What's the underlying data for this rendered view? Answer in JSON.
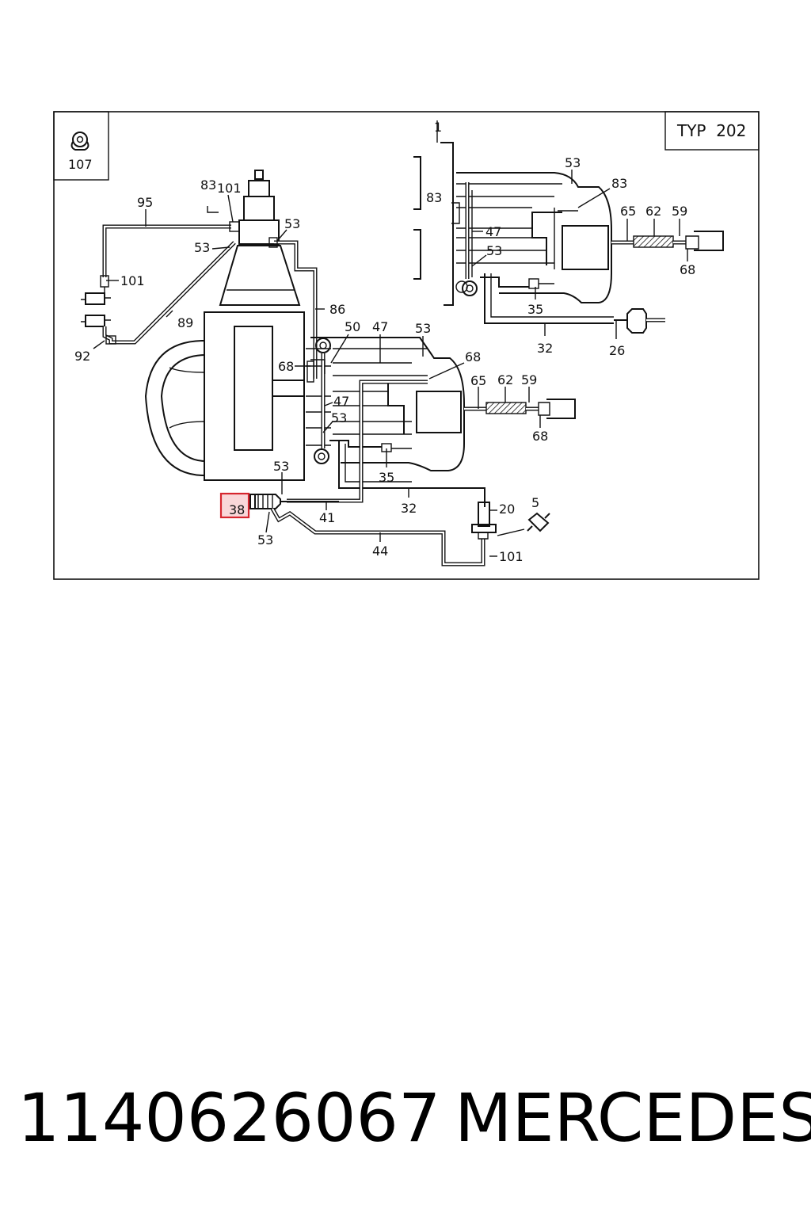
{
  "diagram": {
    "type_label": "TYP  202",
    "clip_ref": "107",
    "highlight": {
      "label": "38",
      "color": "#d6262e",
      "fill": "#f7c9cc"
    },
    "callouts": [
      "1",
      "53",
      "83",
      "83",
      "65",
      "62",
      "59",
      "68",
      "47",
      "53",
      "35",
      "32",
      "26",
      "95",
      "83",
      "101",
      "53",
      "53",
      "101",
      "86",
      "89",
      "92",
      "50",
      "47",
      "53",
      "68",
      "68",
      "47",
      "53",
      "65",
      "62",
      "59",
      "68",
      "35",
      "53",
      "32",
      "20",
      "5",
      "41",
      "53",
      "44",
      "101"
    ]
  },
  "footer": {
    "part_number": "1140626067",
    "brand": "MERCEDES"
  }
}
